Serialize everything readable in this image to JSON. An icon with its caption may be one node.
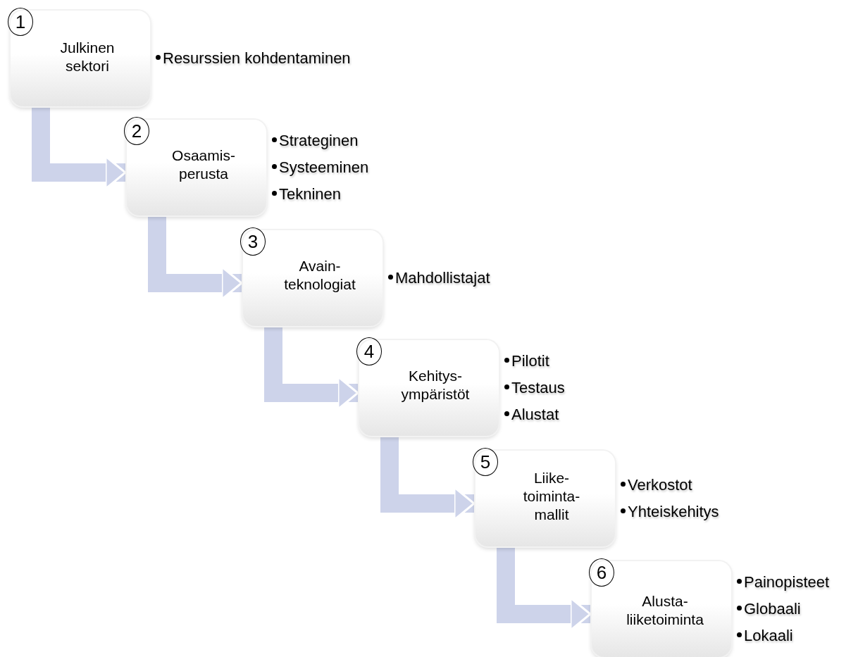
{
  "diagram": {
    "nodes": [
      {
        "text": [
          "1",
          "Julkinen sektori"
        ],
        "beside": [
          "Resurssien kohdentaminen"
        ]
      },
      {
        "text": [
          "2",
          "Osaamis- perusta"
        ],
        "beside": [
          "Strateginen",
          "Systeeminen",
          "Tekninen"
        ]
      },
      {
        "text": [
          "3",
          "Avain- teknologiat"
        ],
        "beside": [
          "Mahdollistajat"
        ]
      },
      {
        "text": [
          "4",
          "Kehitys- ympäristöt"
        ],
        "beside": [
          "Pilotit",
          "Testaus",
          "Alustat"
        ]
      },
      {
        "text": [
          "5",
          "Liike- toiminta- mallit"
        ],
        "beside": [
          "Verkostot",
          "Yhteiskehitys"
        ]
      },
      {
        "text": [
          "6",
          "Alusta- liiketoiminta"
        ],
        "beside": [
          "Painopisteet",
          "Globaali",
          "Lokaali"
        ]
      }
    ],
    "edges": [
      {
        "from": 0,
        "to": 1,
        "arrow": "to"
      },
      {
        "from": 1,
        "to": 2,
        "arrow": "to"
      },
      {
        "from": 2,
        "to": 3,
        "arrow": "to"
      },
      {
        "from": 3,
        "to": 4,
        "arrow": "to"
      },
      {
        "from": 4,
        "to": 5,
        "arrow": "to"
      }
    ]
  }
}
